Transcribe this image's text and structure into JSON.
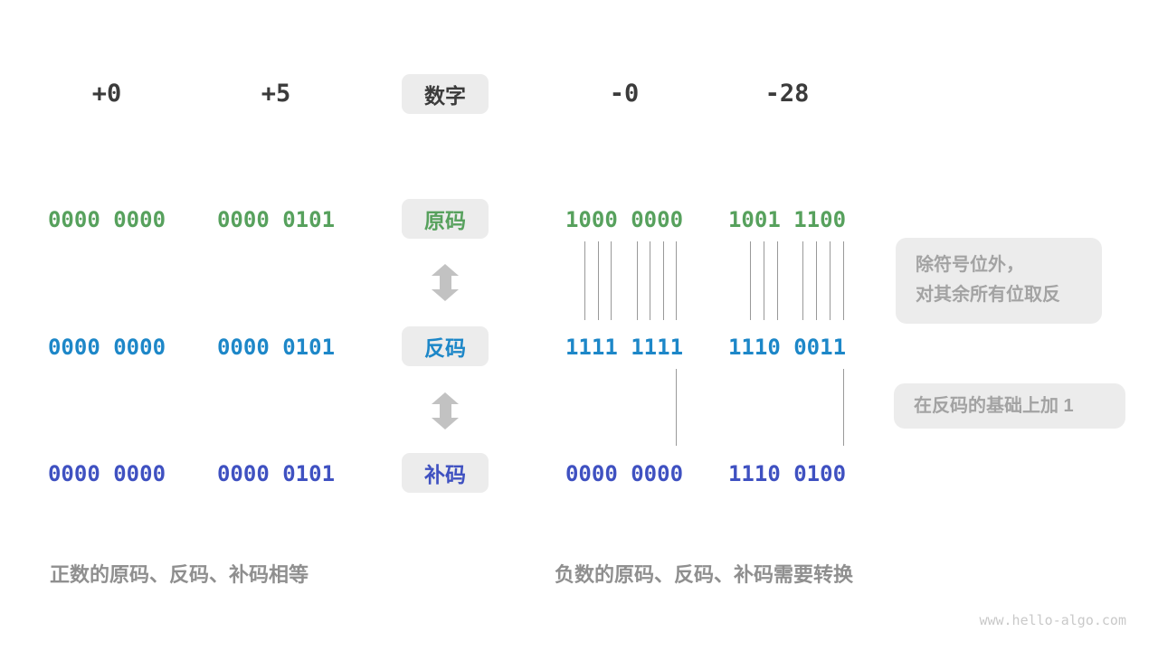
{
  "columns": {
    "pos_zero": "+0",
    "pos_five": "+5",
    "number_label": "数字",
    "neg_zero": "-0",
    "neg_28": "-28"
  },
  "rows": {
    "sign_magnitude": {
      "label": "原码",
      "color": "#57a15d",
      "values": [
        "0000 0000",
        "0000 0101",
        "1000 0000",
        "1001 1100"
      ]
    },
    "ones_complement": {
      "label": "反码",
      "color": "#1d87c8",
      "values": [
        "0000 0000",
        "0000 0101",
        "1111 1111",
        "1110 0011"
      ]
    },
    "twos_complement": {
      "label": "补码",
      "color": "#3f51c1",
      "values": [
        "0000 0000",
        "0000 0101",
        "0000 0000",
        "1110 0100"
      ]
    }
  },
  "annotations": {
    "invert_line1": "除符号位外，",
    "invert_line2": "对其余所有位取反",
    "add_one": "在反码的基础上加 1"
  },
  "captions": {
    "positive": "正数的原码、反码、补码相等",
    "negative": "负数的原码、反码、补码需要转换"
  },
  "watermark": "www.hello-algo.com",
  "colors": {
    "sign_magnitude_green": "#57a15d",
    "ones_complement_blue": "#1d87c8",
    "twos_complement_indigo": "#3f51c1",
    "box_background": "#ececec",
    "dark_text": "#3b3b3b",
    "muted_text": "#a3a3a3",
    "caption_text": "#8f8f8f",
    "connector_line": "#999999",
    "arrow": "#c2c2c2",
    "watermark": "#c9c9c9"
  }
}
